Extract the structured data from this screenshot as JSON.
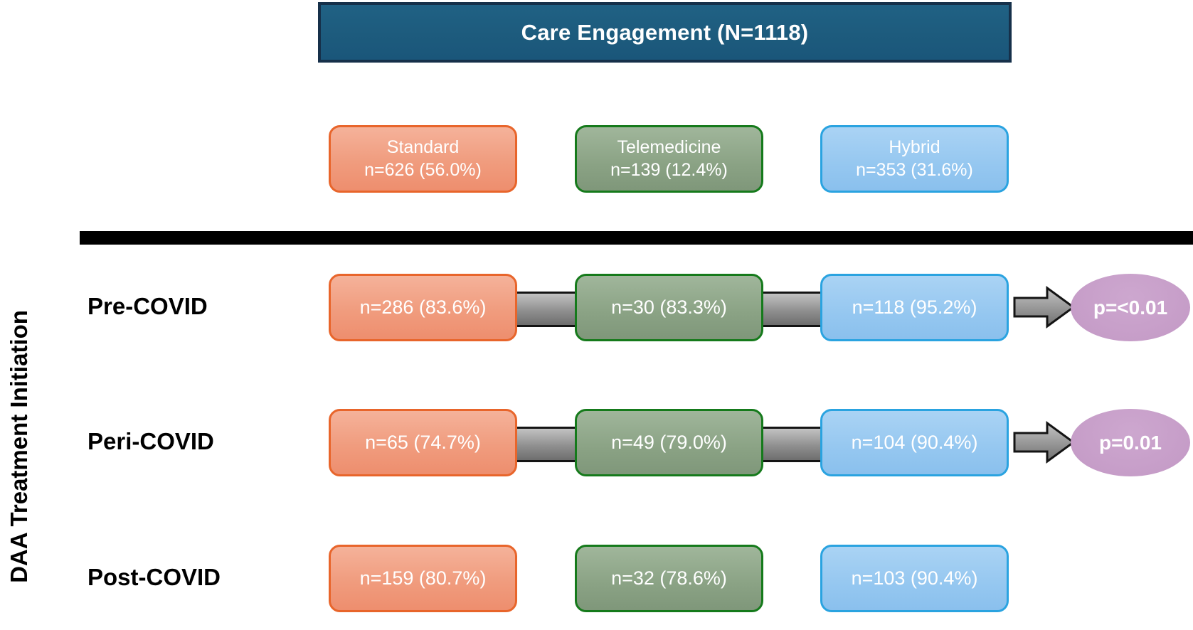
{
  "title": "Care Engagement (N=1118)",
  "y_axis_label": "DAA Treatment Initiation",
  "groups": [
    {
      "id": "standard",
      "label": "Standard",
      "count": "n=626 (56.0%)",
      "fill": "#f09c7e",
      "border": "#e8652b"
    },
    {
      "id": "telemedicine",
      "label": "Telemedicine",
      "count": "n=139 (12.4%)",
      "fill": "#8aa284",
      "border": "#157a1b"
    },
    {
      "id": "hybrid",
      "label": "Hybrid",
      "count": "n=353 (31.6%)",
      "fill": "#95c7f0",
      "border": "#2aa3e0"
    }
  ],
  "rows": [
    {
      "label": "Pre-COVID",
      "cells": [
        "n=286 (83.6%)",
        "n=30 (83.3%)",
        "n=118 (95.2%)"
      ],
      "p_value": "p=<0.01"
    },
    {
      "label": "Peri-COVID",
      "cells": [
        "n=65 (74.7%)",
        "n=49 (79.0%)",
        "n=104 (90.4%)"
      ],
      "p_value": "p=0.01"
    },
    {
      "label": "Post-COVID",
      "cells": [
        "n=159 (80.7%)",
        "n=32 (78.6%)",
        "n=103 (90.4%)"
      ],
      "p_value": null
    }
  ],
  "colors": {
    "header_fill": "#1d5b7d",
    "header_border": "#16304a",
    "divider": "#000000",
    "connector_fill": "#8f8f8f",
    "arrow_fill": "#919191",
    "p_ellipse_fill": "#c69dc8",
    "box_text": "#ffffff",
    "label_text": "#000000"
  }
}
